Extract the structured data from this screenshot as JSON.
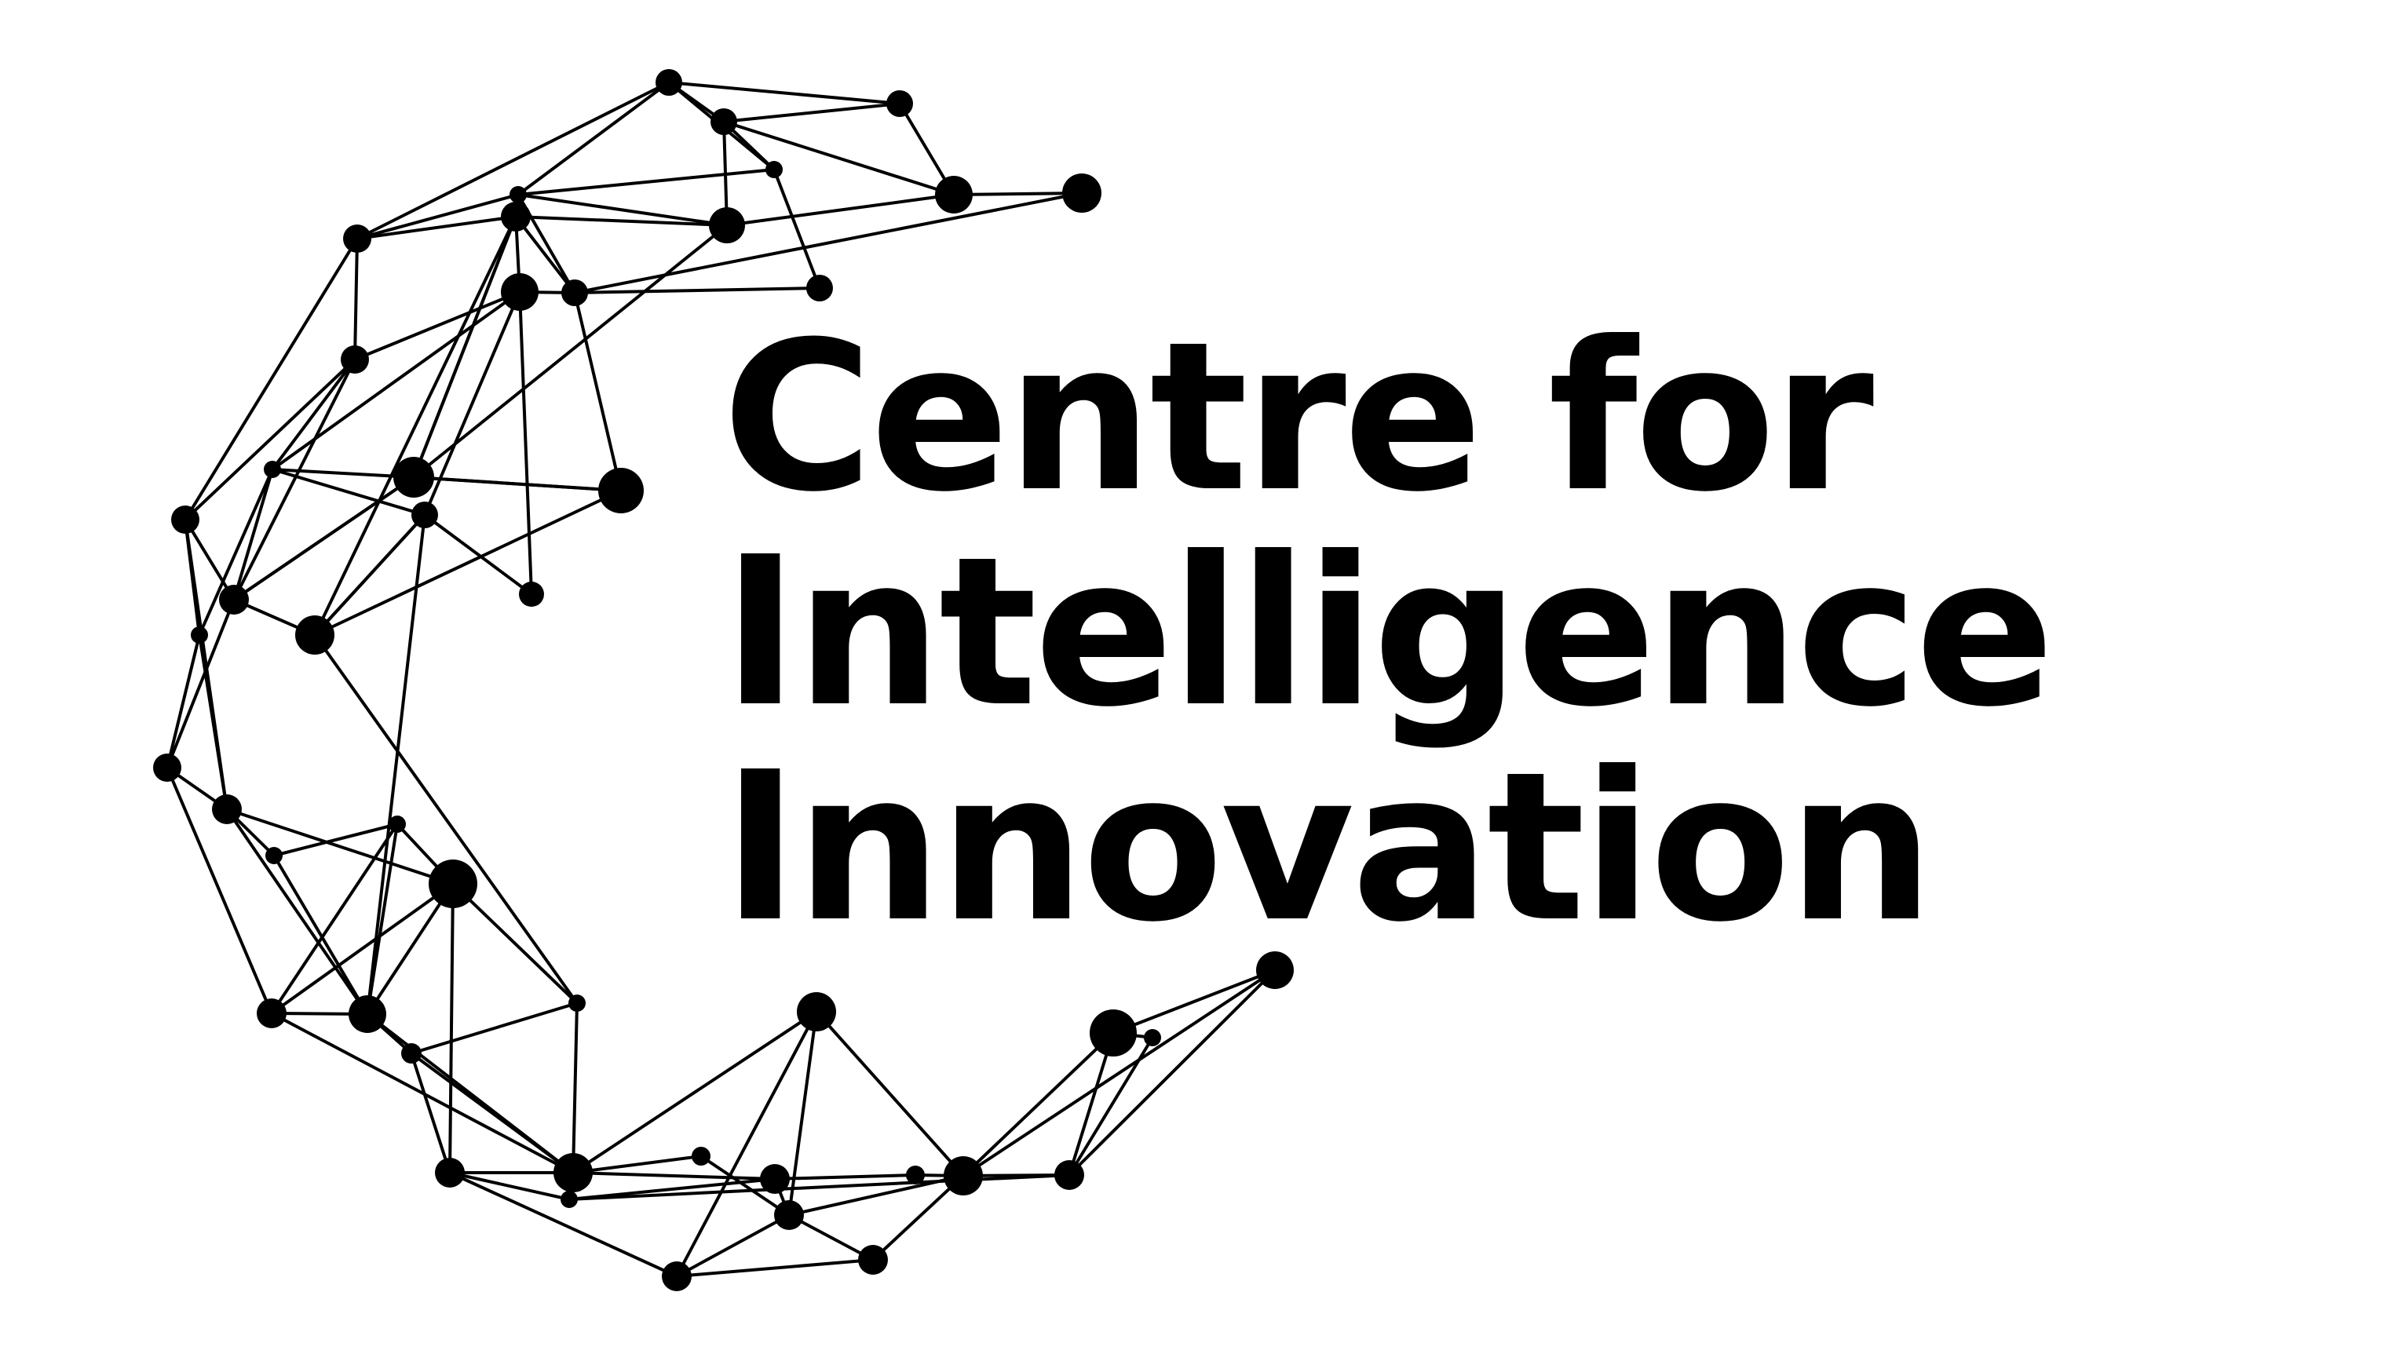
{
  "brand": {
    "name_lines": [
      "Centre for",
      "Intelligence",
      "Innovation"
    ],
    "mark_icon": "network-crescent-icon",
    "ink_color": "#000000",
    "background_color": "#ffffff"
  }
}
